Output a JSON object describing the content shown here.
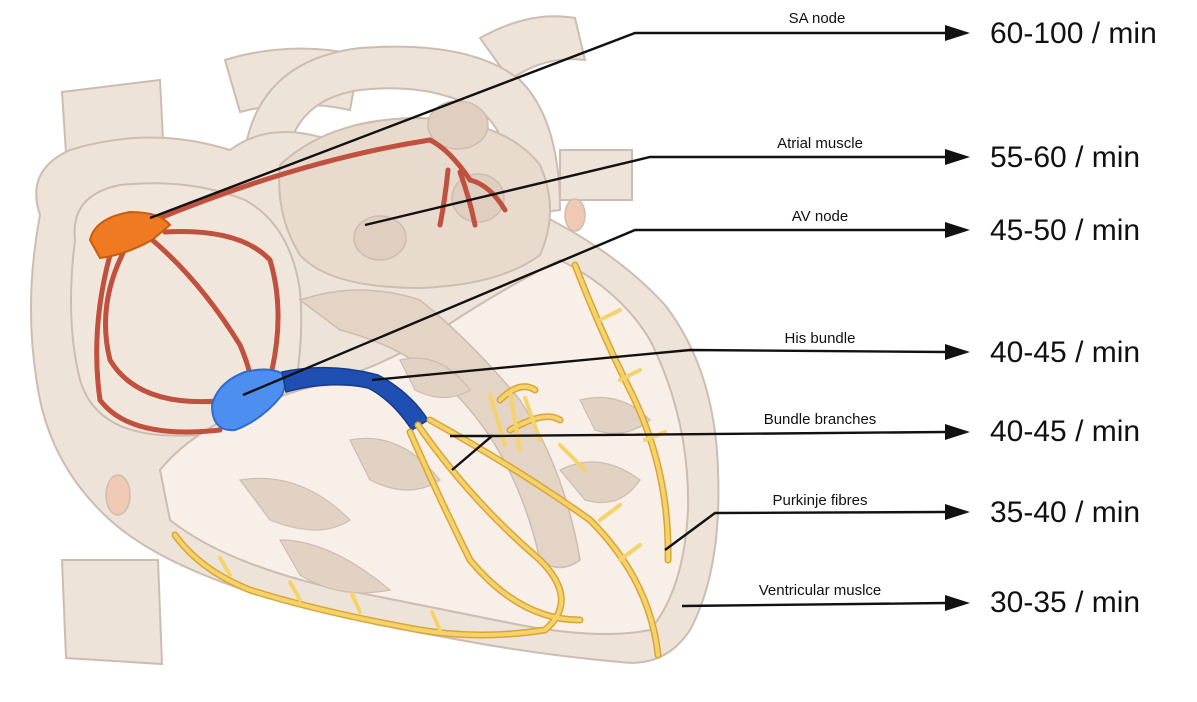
{
  "colors": {
    "tissue_fill": "#eee3d9",
    "tissue_stroke": "#cdbdb0",
    "tissue_dark": "#ddcabb",
    "chamber_fill": "#f7efe8",
    "sa_node": "#f07a22",
    "av_node": "#4d8ff0",
    "his_bundle": "#1f4fb3",
    "pathway": "#c0513e",
    "purkinje": "#f6d36a",
    "purkinje_stroke": "#d6a63a",
    "vessel": "#efc9b3"
  },
  "annotations": [
    {
      "id": "sa-node",
      "label": "SA node",
      "rate": "60-100 / min"
    },
    {
      "id": "atrial-muscle",
      "label": "Atrial muscle",
      "rate": "55-60 / min"
    },
    {
      "id": "av-node",
      "label": "AV node",
      "rate": "45-50 / min"
    },
    {
      "id": "his-bundle",
      "label": "His bundle",
      "rate": "40-45 / min"
    },
    {
      "id": "bundle-branches",
      "label": "Bundle branches",
      "rate": "40-45 / min"
    },
    {
      "id": "purkinje-fibres",
      "label": "Purkinje fibres",
      "rate": "35-40 / min"
    },
    {
      "id": "ventricular-muscle",
      "label": "Ventricular muslce",
      "rate": "30-35 / min"
    }
  ]
}
